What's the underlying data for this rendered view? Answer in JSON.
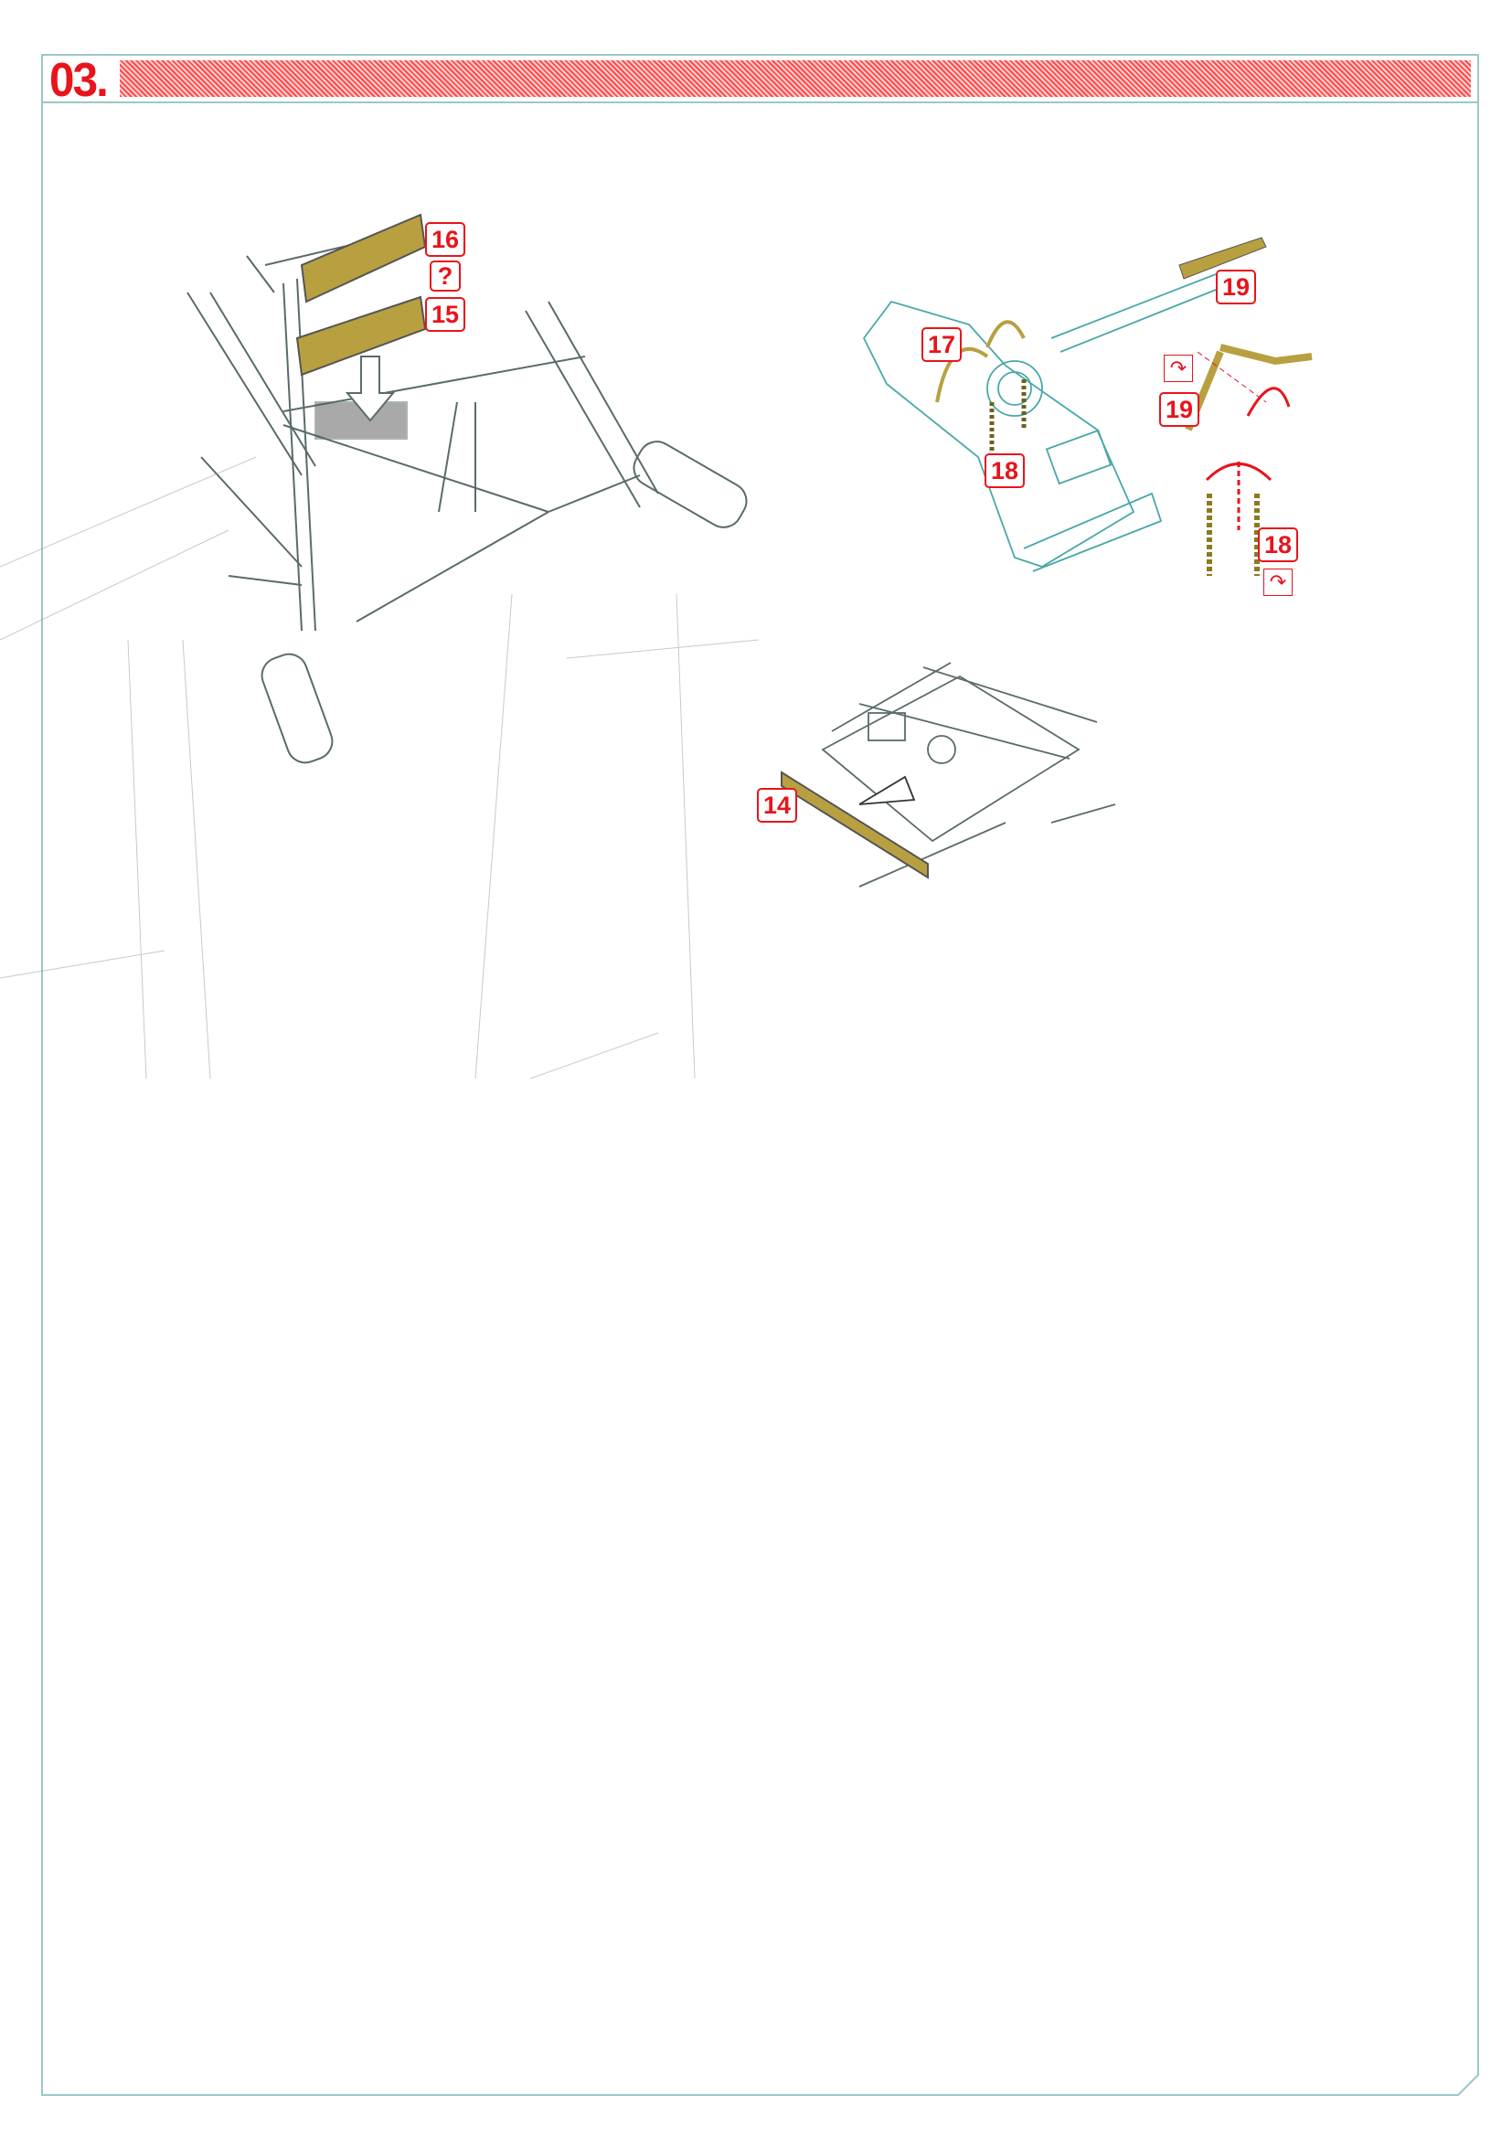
{
  "step": {
    "number": "03."
  },
  "colors": {
    "accent": "#e8141c",
    "frame": "#9cc7c6",
    "part": "#b8a040",
    "line": "#5a6b6b"
  },
  "labels": {
    "left_group": {
      "part_16": "16",
      "unknown": "?",
      "part_15": "15"
    },
    "turret_group": {
      "part_19_top": "19",
      "part_17": "17",
      "part_18": "18",
      "part_19_detail": "19",
      "part_18_detail": "18"
    },
    "chassis_group": {
      "part_14": "14"
    }
  },
  "icons": {
    "fold": "fold-arrow-icon",
    "rotate": "rotate-arrow-icon"
  }
}
